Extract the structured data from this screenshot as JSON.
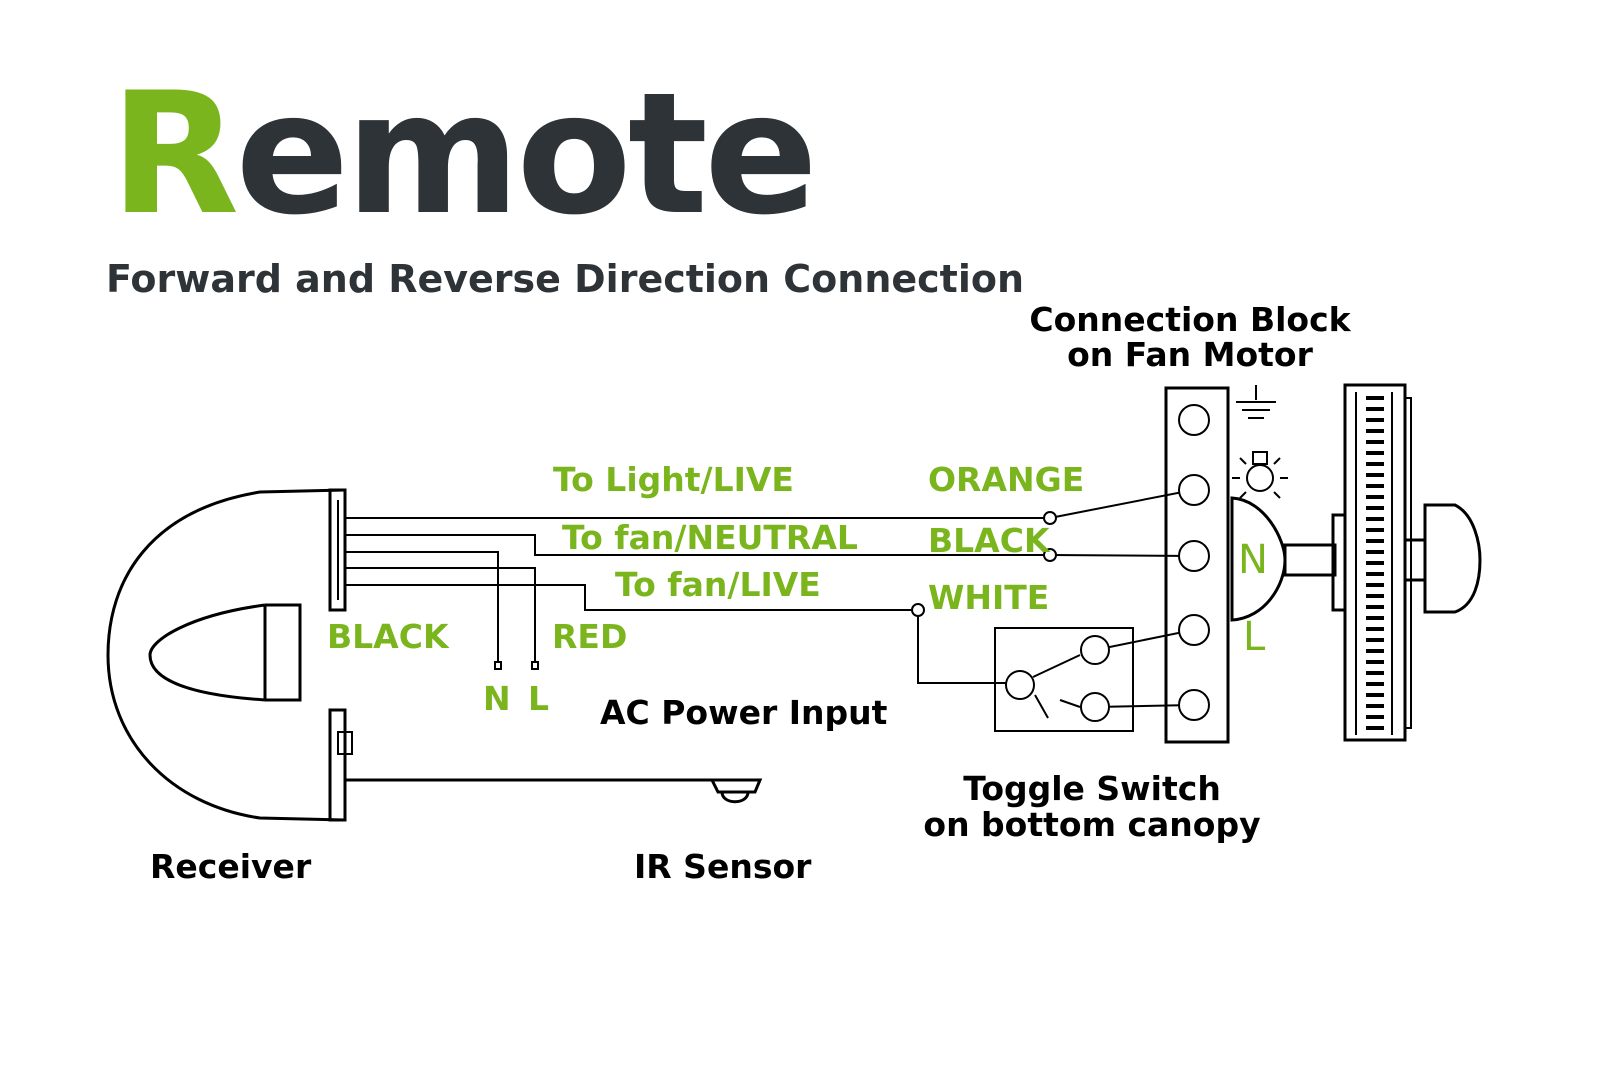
{
  "header": {
    "brand_first_letter": "R",
    "brand_rest": "emote",
    "subtitle": "Forward and Reverse Direction Connection"
  },
  "colors": {
    "green": "#7ab51d",
    "dark": "#2e3338",
    "black": "#000000"
  },
  "labels": {
    "connection_block_line1": "Connection Block",
    "connection_block_line2": "on Fan Motor",
    "to_light_live": "To Light/LIVE",
    "to_fan_neutral": "To fan/NEUTRAL",
    "to_fan_live": "To fan/LIVE",
    "wire_orange": "ORANGE",
    "wire_black_right": "BLACK",
    "wire_white": "WHITE",
    "wire_black_left": "BLACK",
    "wire_red": "RED",
    "input_n": "N",
    "input_l": "L",
    "ac_power_input": "AC Power Input",
    "motor_n": "N",
    "motor_l": "L",
    "toggle_line1": "Toggle Switch",
    "toggle_line2": "on bottom canopy",
    "receiver": "Receiver",
    "ir_sensor": "IR Sensor"
  }
}
